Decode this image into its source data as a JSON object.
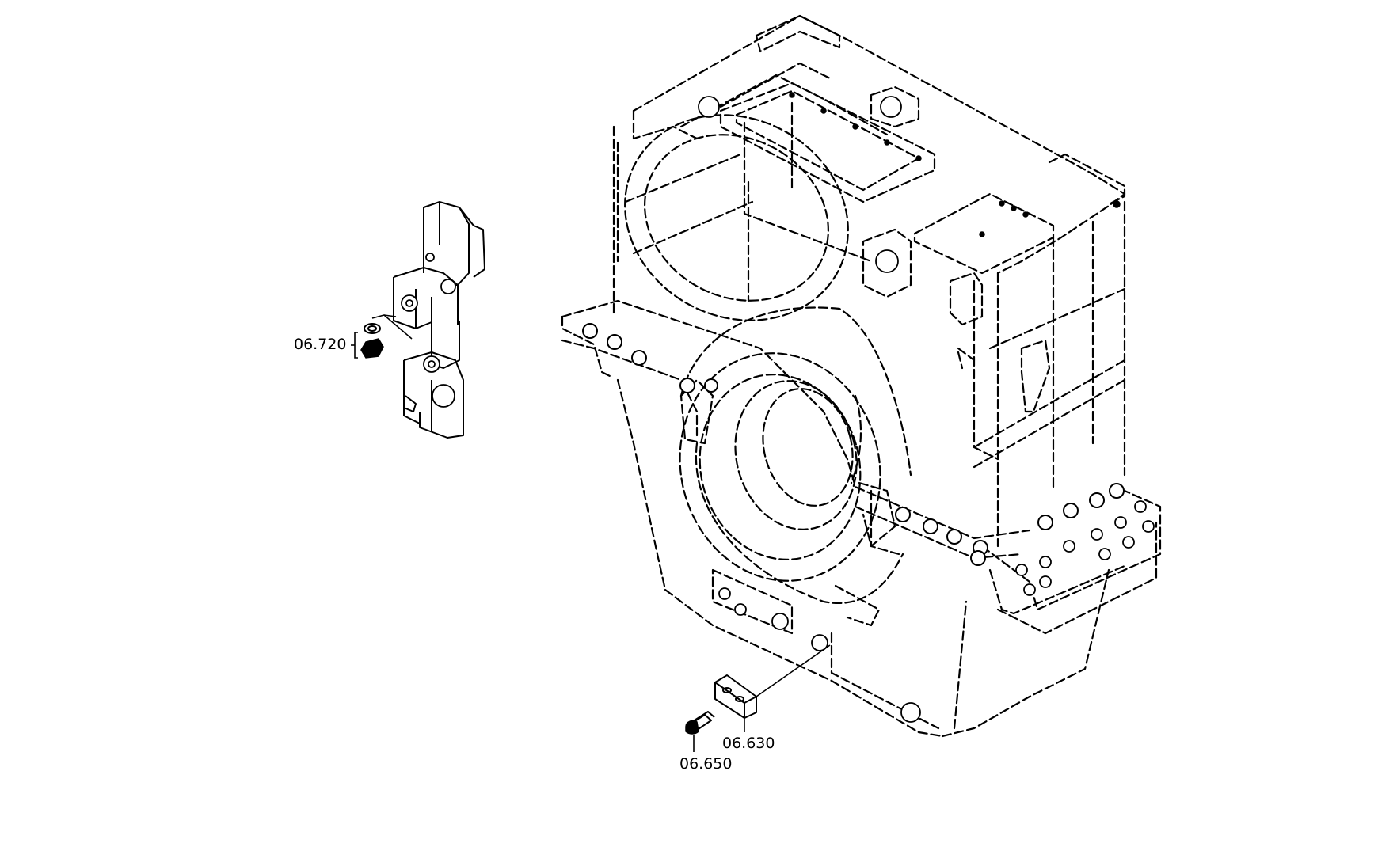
{
  "diagram": {
    "callouts": [
      {
        "id": "06.720",
        "text": "06.720"
      },
      {
        "id": "06.630",
        "text": "06.630"
      },
      {
        "id": "06.650",
        "text": "06.650"
      }
    ]
  }
}
